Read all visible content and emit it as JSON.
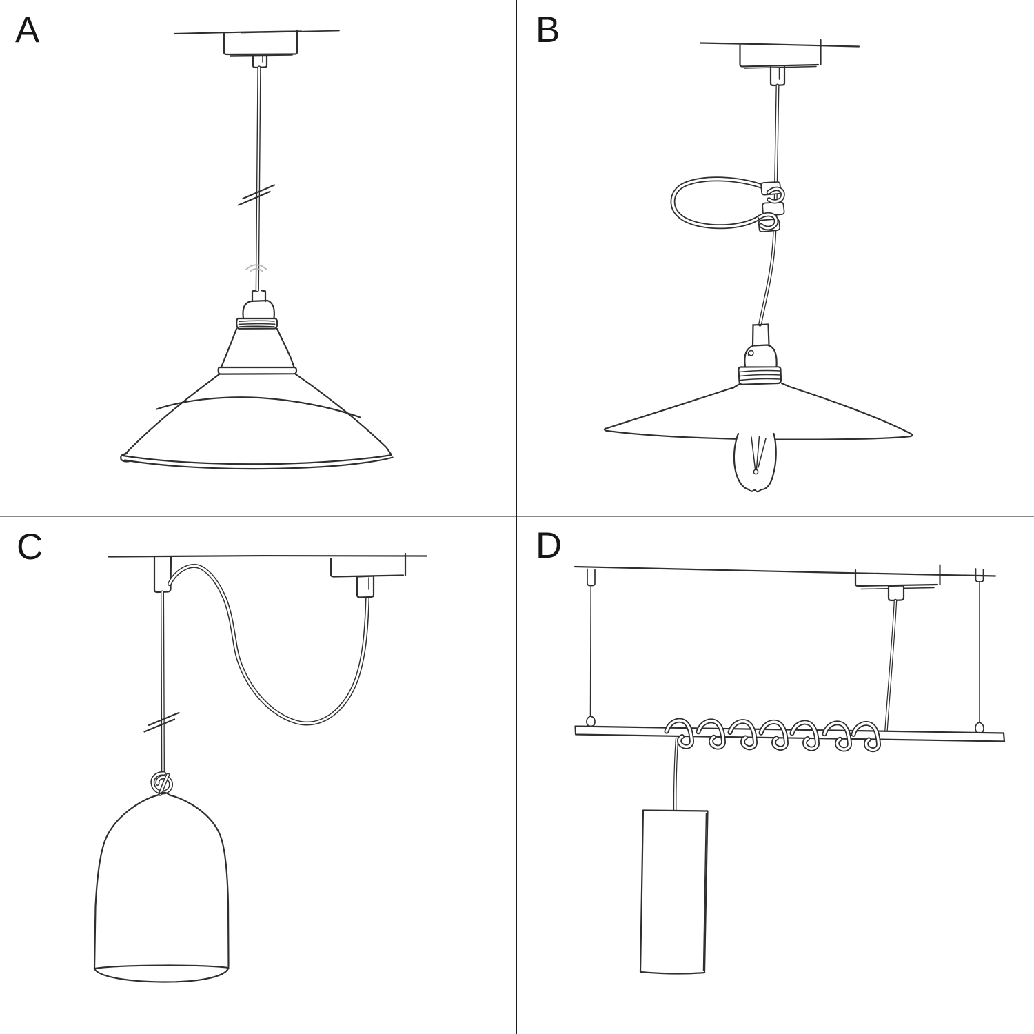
{
  "page": {
    "background": "#ffffff"
  },
  "dividers": {
    "vertical_color": "#1d1d1d",
    "horizontal_color": "#8a8a8a"
  },
  "ink_color": "#2f2f2f",
  "hint_color": "#b9b9b9",
  "panels": [
    {
      "label": "A",
      "sketch": "pendant-with-industrial-bowl-shade"
    },
    {
      "label": "B",
      "sketch": "pendant-with-flat-plate-shade-bulb-and-cable-hook"
    },
    {
      "label": "C",
      "sketch": "swag-pendant-over-hook-with-knot-and-bell-shade"
    },
    {
      "label": "D",
      "sketch": "pendant-bar-with-coiled-cable-and-cylinder-shade"
    }
  ]
}
